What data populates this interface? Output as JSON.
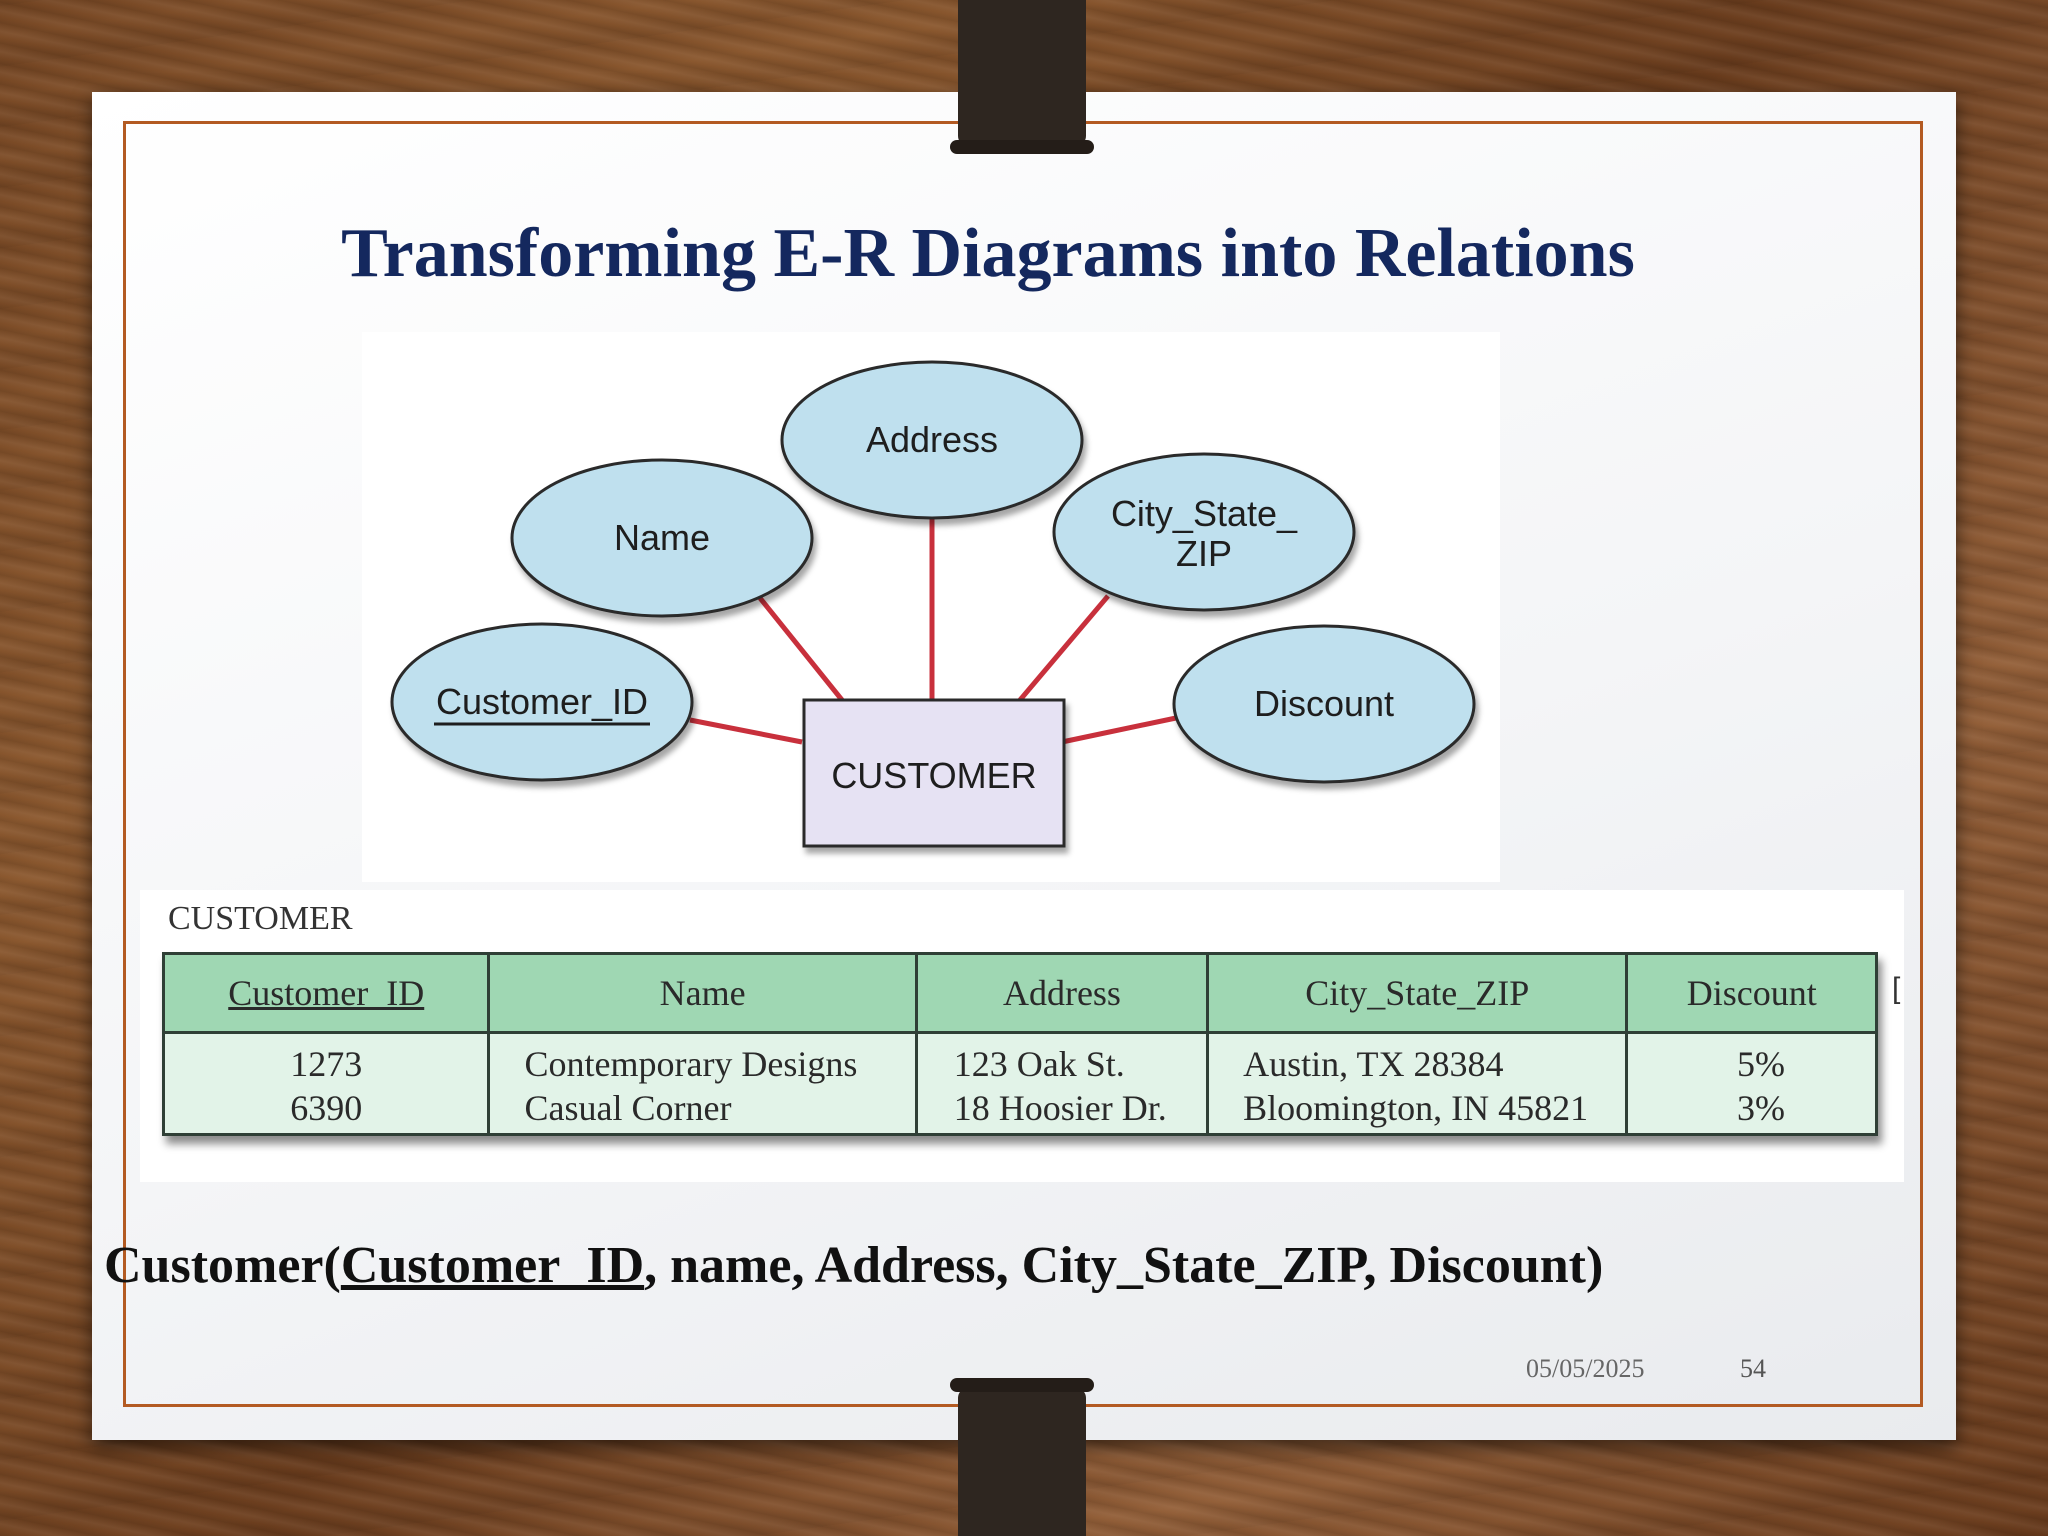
{
  "slide": {
    "title": "Transforming E-R Diagrams into Relations",
    "relation_prefix": "Customer(",
    "relation_pk": "Customer_ID",
    "relation_rest": ", name, Address, City_State_ZIP, Discount)",
    "date": "05/05/2025",
    "page_number": "54"
  },
  "er_diagram": {
    "entity": "CUSTOMER",
    "attributes": [
      {
        "label": "Customer_ID",
        "key": true
      },
      {
        "label": "Name",
        "key": false
      },
      {
        "label": "Address",
        "key": false
      },
      {
        "label": "City_State_",
        "label2": "ZIP",
        "key": false
      },
      {
        "label": "Discount",
        "key": false
      }
    ],
    "colors": {
      "attribute_fill": "#bfe0ee",
      "entity_fill": "#e6e2f3",
      "connector": "#c8303c"
    }
  },
  "table": {
    "caption": "CUSTOMER",
    "stray_char": "[",
    "headers": [
      "Customer_ID",
      "Name",
      "Address",
      "City_State_ZIP",
      "Discount"
    ],
    "rows": [
      [
        "1273",
        "Contemporary Designs",
        "123 Oak St.",
        "Austin, TX 28384",
        "5%"
      ],
      [
        "6390",
        "Casual Corner",
        "18 Hoosier Dr.",
        "Bloomington, IN 45821",
        "3%"
      ]
    ]
  }
}
